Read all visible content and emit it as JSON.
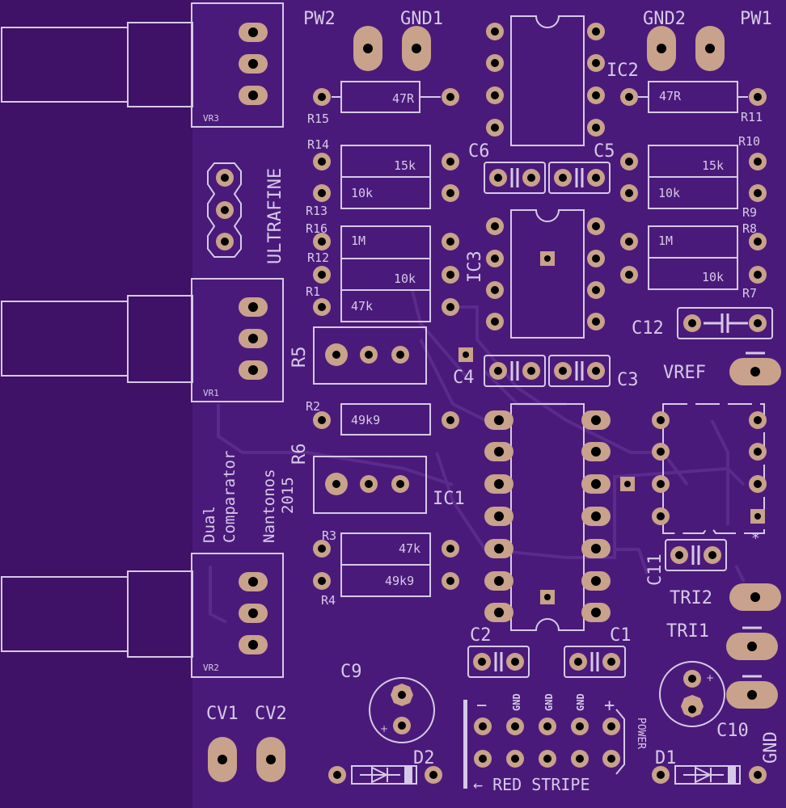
{
  "colors": {
    "background": "#3f1167",
    "board": "#4a1a7a",
    "silk": "#d6c9e8",
    "copper": "#c8a28a",
    "hole": "#000000",
    "trace": "#5a2a8c"
  },
  "pots": [
    {
      "ref": "VR3"
    },
    {
      "ref": "VR1"
    },
    {
      "ref": "VR2"
    }
  ],
  "ultrafine": "ULTRAFINE",
  "trimmers": [
    {
      "ref": "R5"
    },
    {
      "ref": "R6"
    }
  ],
  "info_text": {
    "line1": "Dual",
    "line2": "Comparator",
    "line3": "Nantonos",
    "line4": "2015"
  },
  "pads": {
    "pw2": "PW2",
    "gnd1": "GND1",
    "gnd2": "GND2",
    "pw1": "PW1",
    "vref": "VREF",
    "tri2": "TRI2",
    "tri1": "TRI1",
    "cv1": "CV1",
    "cv2": "CV2",
    "gnd": "GND"
  },
  "resistors": [
    {
      "ref": "R15",
      "value": "47R"
    },
    {
      "ref": "R11",
      "value": "47R"
    },
    {
      "ref": "R14",
      "value": "15k"
    },
    {
      "ref": "R13",
      "value": "10k"
    },
    {
      "ref": "R10",
      "value": "15k"
    },
    {
      "ref": "R9",
      "value": "10k"
    },
    {
      "ref": "R16",
      "value": "1M"
    },
    {
      "ref": "R12",
      "value": "10k"
    },
    {
      "ref": "R1",
      "value": "47k"
    },
    {
      "ref": "R8",
      "value": "1M"
    },
    {
      "ref": "R7",
      "value": "10k"
    },
    {
      "ref": "R2",
      "value": "49k9"
    },
    {
      "ref": "R3",
      "value": "47k"
    },
    {
      "ref": "R4",
      "value": "49k9"
    }
  ],
  "ics": {
    "ic1": "IC1",
    "ic2": "IC2",
    "ic3": "IC3"
  },
  "capacitors": {
    "c1": "C1",
    "c2": "C2",
    "c3": "C3",
    "c4": "C4",
    "c5": "C5",
    "c6": "C6",
    "c9": "C9",
    "c10": "C10",
    "c11": "C11",
    "c12": "C12"
  },
  "diodes": {
    "d1": "D1",
    "d2": "D2"
  },
  "power_header": {
    "minus": "−",
    "plus": "+",
    "gnd_labels": [
      "GND",
      "GND",
      "GND"
    ],
    "power": "POWER",
    "red_stripe": "← RED STRIPE"
  },
  "tri_marker": "*"
}
